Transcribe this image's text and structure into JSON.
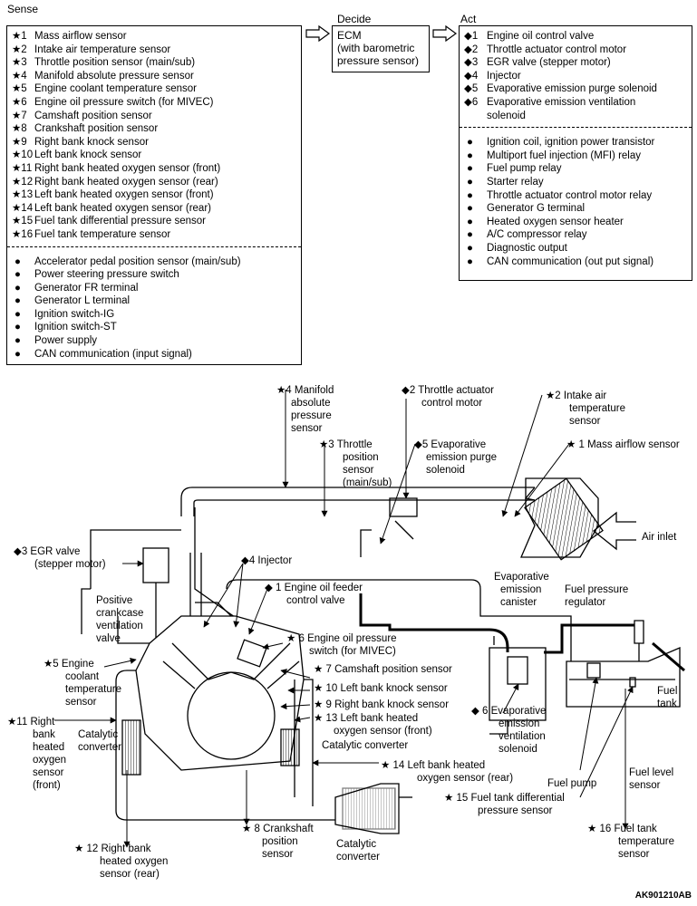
{
  "headers": {
    "sense": "Sense",
    "decide": "Decide",
    "act": "Act"
  },
  "ecm": {
    "line1": "ECM",
    "line2": "(with barometric",
    "line3": "pressure sensor)"
  },
  "sense_star": [
    {
      "n": "★1",
      "t": "Mass airflow sensor"
    },
    {
      "n": "★2",
      "t": "Intake air temperature sensor"
    },
    {
      "n": "★3",
      "t": "Throttle position sensor (main/sub)"
    },
    {
      "n": "★4",
      "t": "Manifold absolute pressure sensor"
    },
    {
      "n": "★5",
      "t": "Engine coolant temperature sensor"
    },
    {
      "n": "★6",
      "t": "Engine oil pressure switch (for MIVEC)"
    },
    {
      "n": "★7",
      "t": "Camshaft position sensor"
    },
    {
      "n": "★8",
      "t": "Crankshaft position sensor"
    },
    {
      "n": "★9",
      "t": "Right bank knock sensor"
    },
    {
      "n": "★10",
      "t": "Left bank knock sensor"
    },
    {
      "n": "★11",
      "t": "Right bank heated oxygen sensor (front)"
    },
    {
      "n": "★12",
      "t": "Right bank heated oxygen sensor (rear)"
    },
    {
      "n": "★13",
      "t": "Left bank heated oxygen sensor (front)"
    },
    {
      "n": "★14",
      "t": "Left bank heated oxygen sensor (rear)"
    },
    {
      "n": "★15",
      "t": "Fuel tank differential pressure sensor"
    },
    {
      "n": "★16",
      "t": "Fuel tank temperature sensor"
    }
  ],
  "sense_bullet": [
    {
      "n": "●",
      "t": "Accelerator pedal position sensor (main/sub)"
    },
    {
      "n": "●",
      "t": "Power steering pressure switch"
    },
    {
      "n": "●",
      "t": "Generator FR terminal"
    },
    {
      "n": "●",
      "t": "Generator L terminal"
    },
    {
      "n": "●",
      "t": "Ignition switch-IG"
    },
    {
      "n": "●",
      "t": "Ignition switch-ST"
    },
    {
      "n": "●",
      "t": "Power supply"
    },
    {
      "n": "●",
      "t": "CAN communication (input signal)"
    }
  ],
  "act_diamond": [
    {
      "n": "◆1",
      "t": "Engine oil control valve"
    },
    {
      "n": "◆2",
      "t": "Throttle actuator control motor"
    },
    {
      "n": "◆3",
      "t": "EGR valve (stepper motor)"
    },
    {
      "n": "◆4",
      "t": "Injector"
    },
    {
      "n": "◆5",
      "t": "Evaporative emission purge solenoid"
    },
    {
      "n": "◆6",
      "t": "Evaporative emission ventilation"
    },
    {
      "n": "",
      "t": "solenoid"
    }
  ],
  "act_bullet": [
    {
      "n": "●",
      "t": "Ignition coil, ignition power transistor"
    },
    {
      "n": "●",
      "t": "Multiport fuel injection (MFI) relay"
    },
    {
      "n": "●",
      "t": "Fuel pump relay"
    },
    {
      "n": "●",
      "t": "Starter relay"
    },
    {
      "n": "●",
      "t": "Throttle actuator control motor relay"
    },
    {
      "n": "●",
      "t": "Generator G terminal"
    },
    {
      "n": "●",
      "t": "Heated oxygen sensor heater"
    },
    {
      "n": "●",
      "t": "A/C compressor relay"
    },
    {
      "n": "●",
      "t": "Diagnostic output"
    },
    {
      "n": "●",
      "t": "CAN communication (out put signal)"
    }
  ],
  "labels": {
    "map": [
      "★4 Manifold",
      "absolute",
      "pressure",
      "sensor"
    ],
    "tacm": [
      "◆2 Throttle actuator",
      "control motor"
    ],
    "iat": [
      "★2 Intake air",
      "temperature",
      "sensor"
    ],
    "tps": [
      "★3 Throttle",
      "position",
      "sensor",
      "(main/sub)"
    ],
    "purge": [
      "◆5 Evaporative",
      "emission purge",
      "solenoid"
    ],
    "maf": "★ 1 Mass airflow sensor",
    "air_inlet": "Air inlet",
    "egr": [
      "◆3 EGR valve",
      "(stepper motor)"
    ],
    "injector": "◆4 Injector",
    "oil_feeder": [
      "◆ 1 Engine oil feeder",
      "control valve"
    ],
    "pcv": [
      "Positive",
      "crankcase",
      "ventilation",
      "valve"
    ],
    "canister": [
      "Evaporative",
      "emission",
      "canister"
    ],
    "regulator": [
      "Fuel pressure",
      "regulator"
    ],
    "oil_switch": [
      "★ 6 Engine oil pressure",
      "switch (for MIVEC)"
    ],
    "ect": [
      "★5 Engine",
      "coolant",
      "temperature",
      "sensor"
    ],
    "cmp": "★ 7 Camshaft position sensor",
    "knock_l": "★ 10 Left bank knock sensor",
    "knock_r": "★ 9 Right bank knock sensor",
    "o2_lf": [
      "★ 13 Left bank heated",
      "oxygen sensor (front)"
    ],
    "o2_rf": [
      "★11 Right",
      "bank",
      "heated",
      "oxygen",
      "sensor",
      "(front)"
    ],
    "cat_l": "Catalytic",
    "cat_l2": "converter",
    "cat_r": "Catalytic converter",
    "vent": [
      "◆ 6 Evaporative",
      "emission",
      "ventilation",
      "solenoid"
    ],
    "fuel_tank": [
      "Fuel",
      "tank"
    ],
    "o2_lr": [
      "★ 14 Left bank heated",
      "oxygen sensor (rear)"
    ],
    "fuel_pump": "Fuel pump",
    "fuel_level": [
      "Fuel level",
      "sensor"
    ],
    "ftdp": [
      "★ 15 Fuel tank differential",
      "pressure sensor"
    ],
    "cat_b": [
      "Catalytic",
      "converter"
    ],
    "o2_rr": [
      "★ 12 Right bank",
      "heated oxygen",
      "sensor (rear)"
    ],
    "ckp": [
      "★ 8 Crankshaft",
      "position",
      "sensor"
    ],
    "ftt": [
      "★ 16 Fuel tank",
      "temperature",
      "sensor"
    ]
  },
  "figure_code": "AK901210AB"
}
